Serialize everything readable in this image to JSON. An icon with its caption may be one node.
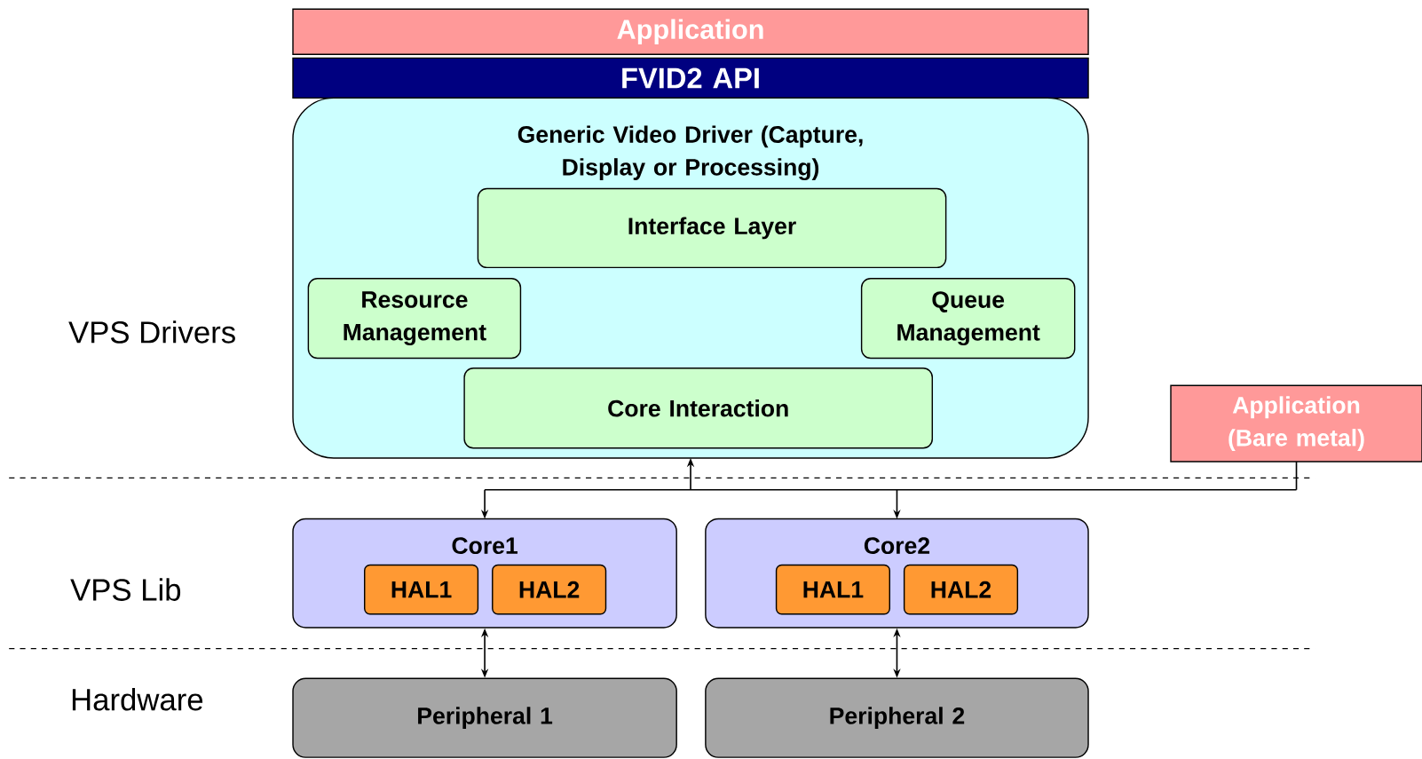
{
  "diagram": {
    "nodes": [
      {
        "text": [
          "Application"
        ]
      },
      {
        "text": [
          "FVID2 API"
        ]
      },
      {
        "text": [
          "Generic Video Driver (Capture, Display or Processing)"
        ]
      },
      {
        "text": [
          "Interface Layer"
        ],
        "in": 2
      },
      {
        "text": [
          "Resource Management"
        ],
        "in": 2
      },
      {
        "text": [
          "Queue Management"
        ],
        "in": 2
      },
      {
        "text": [
          "Core Interaction"
        ],
        "in": 2
      },
      {
        "text": [
          "Application (Bare metal)"
        ]
      },
      {
        "text": [
          "Core1"
        ]
      },
      {
        "text": [
          "HAL1"
        ],
        "in": 8
      },
      {
        "text": [
          "HAL2"
        ],
        "in": 8
      },
      {
        "text": [
          "Core2"
        ]
      },
      {
        "text": [
          "HAL1"
        ],
        "in": 11
      },
      {
        "text": [
          "HAL2"
        ],
        "in": 11
      },
      {
        "text": [
          "Peripheral 1"
        ]
      },
      {
        "text": [
          "Peripheral 2"
        ]
      }
    ],
    "edges": [
      {
        "from": 2,
        "to": 8,
        "arrow": "both"
      },
      {
        "from": 2,
        "to": 11,
        "arrow": "both"
      },
      {
        "from": 7,
        "to": 2,
        "arrow": "to"
      },
      {
        "from": 7,
        "to": 8,
        "arrow": "to"
      },
      {
        "from": 7,
        "to": 11,
        "arrow": "to"
      },
      {
        "from": 8,
        "to": 14,
        "arrow": "both"
      },
      {
        "from": 11,
        "to": 15,
        "arrow": "both"
      }
    ],
    "labels": [
      "VPS Drivers",
      "VPS Lib",
      "Hardware"
    ]
  }
}
